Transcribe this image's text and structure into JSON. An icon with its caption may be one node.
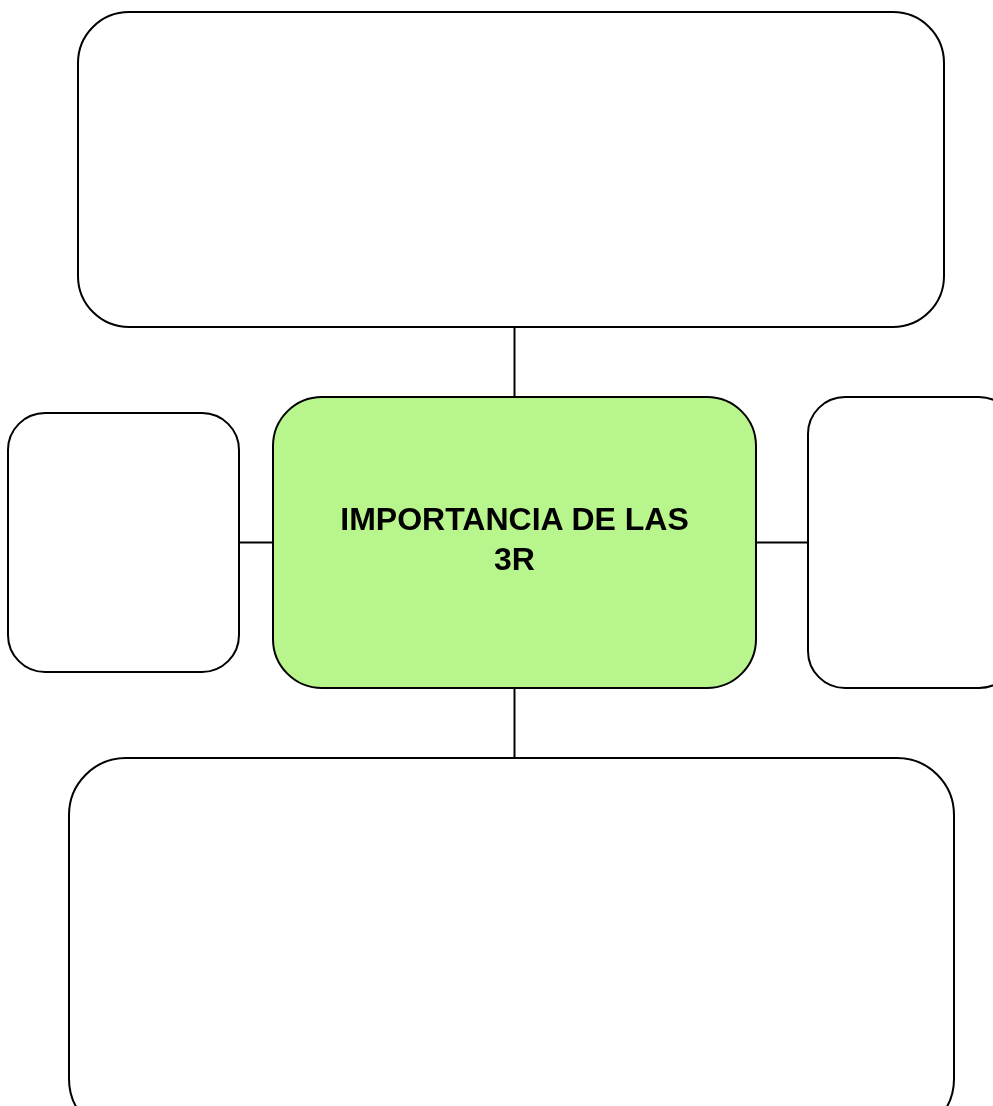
{
  "diagram": {
    "nodes": [
      {
        "text": [],
        "shape": "box"
      },
      {
        "text": [],
        "shape": "box"
      },
      {
        "text": [
          "IMPORTANCIA DE LAS 3R"
        ]
      },
      {
        "text": [],
        "shape": "box"
      },
      {
        "text": [],
        "shape": "box"
      }
    ],
    "edges": [
      {
        "from": 2,
        "to": 0,
        "arrow": "none"
      },
      {
        "from": 2,
        "to": 1,
        "arrow": "none"
      },
      {
        "from": 2,
        "to": 3,
        "arrow": "none"
      },
      {
        "from": 2,
        "to": 4,
        "arrow": "none"
      }
    ]
  }
}
